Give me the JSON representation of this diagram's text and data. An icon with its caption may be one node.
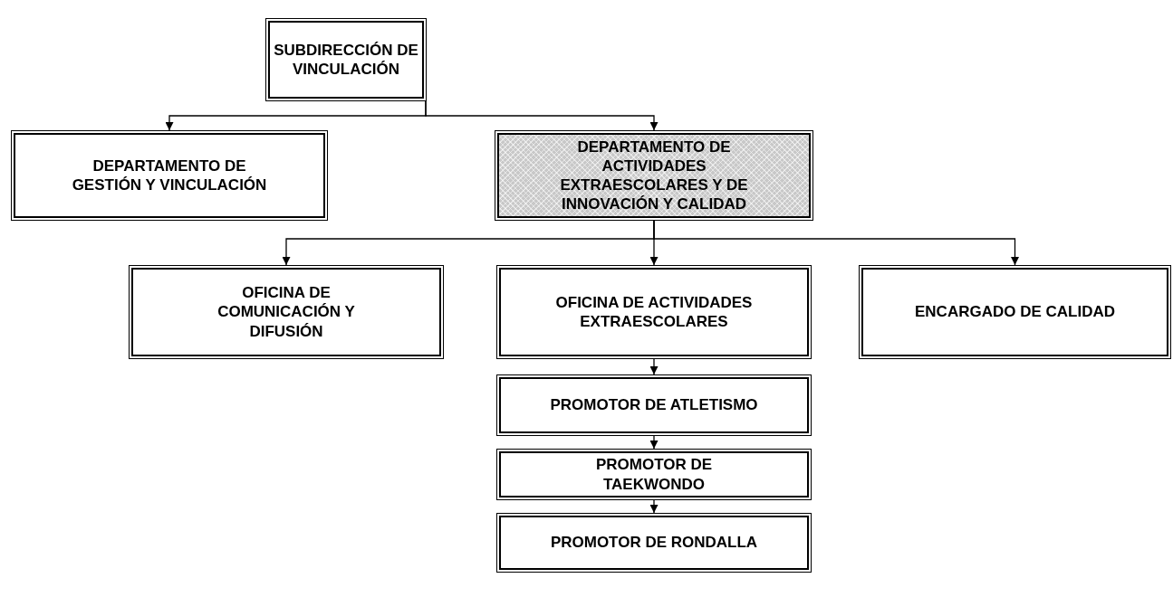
{
  "diagram": {
    "nodes": [
      {
        "text": [
          "SUBDIRECCIÓN DE VINCULACIÓN"
        ]
      },
      {
        "text": [
          "DEPARTAMENTO DE GESTIÓN Y VINCULACIÓN"
        ]
      },
      {
        "text": [
          "DEPARTAMENTO DE ACTIVIDADES EXTRAESCOLARES Y DE INNOVACIÓN Y CALIDAD"
        ]
      },
      {
        "text": [
          "OFICINA DE COMUNICACIÓN Y DIFUSIÓN"
        ]
      },
      {
        "text": [
          "OFICINA DE ACTIVIDADES EXTRAESCOLARES"
        ]
      },
      {
        "text": [
          "ENCARGADO DE CALIDAD"
        ]
      },
      {
        "text": [
          "PROMOTOR DE ATLETISMO"
        ]
      },
      {
        "text": [
          "PROMOTOR DE TAEKWONDO"
        ]
      },
      {
        "text": [
          "PROMOTOR DE RONDALLA"
        ]
      }
    ],
    "edges": [
      {
        "from": 0,
        "to": 1,
        "arrow": "to"
      },
      {
        "from": 0,
        "to": 2,
        "arrow": "to"
      },
      {
        "from": 2,
        "to": 3,
        "arrow": "to"
      },
      {
        "from": 2,
        "to": 4,
        "arrow": "to"
      },
      {
        "from": 2,
        "to": 5,
        "arrow": "to"
      },
      {
        "from": 4,
        "to": 6,
        "arrow": "to"
      },
      {
        "from": 6,
        "to": 7,
        "arrow": "to"
      },
      {
        "from": 7,
        "to": 8,
        "arrow": "to"
      }
    ]
  }
}
